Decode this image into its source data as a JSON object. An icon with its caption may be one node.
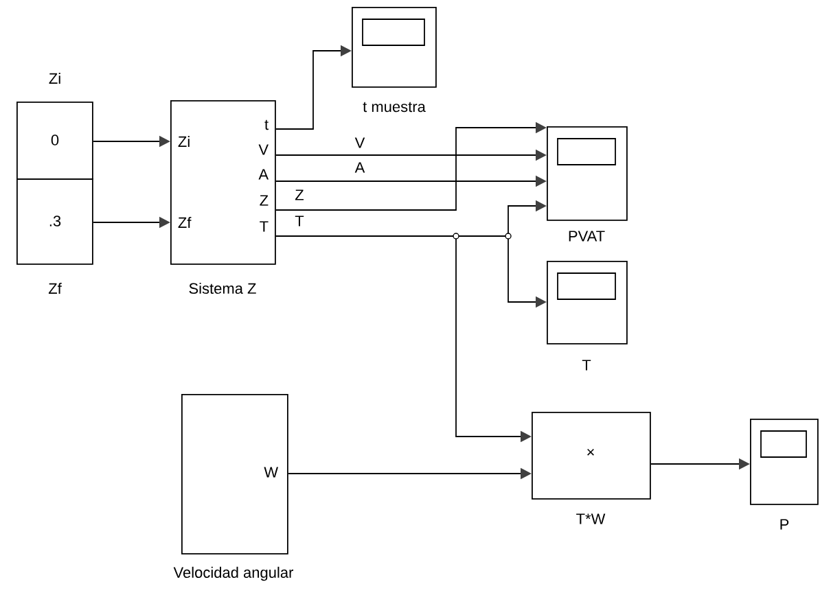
{
  "diagram": {
    "nodes": [
      {
        "text": [
          "0"
        ],
        "beside": [
          "Zi"
        ]
      },
      {
        "text": [
          ".3"
        ],
        "beside": [
          "Zf"
        ]
      },
      {
        "text": [
          "Zi",
          "Zf",
          "t",
          "V",
          "A",
          "Z",
          "T"
        ],
        "beside": [
          "Sistema Z"
        ]
      },
      {
        "text": [],
        "shape": "box",
        "beside": [
          "t muestra"
        ]
      },
      {
        "text": [],
        "shape": "box",
        "beside": [
          "PVAT"
        ]
      },
      {
        "text": [],
        "shape": "box",
        "beside": [
          "T"
        ]
      },
      {
        "text": [
          "W"
        ],
        "beside": [
          "Velocidad angular"
        ]
      },
      {
        "text": [
          "×"
        ],
        "beside": [
          "T*W"
        ]
      },
      {
        "text": [],
        "shape": "box",
        "beside": [
          "P"
        ]
      }
    ],
    "edges": [
      {
        "from": 0,
        "to": 2,
        "arrow": "to"
      },
      {
        "from": 1,
        "to": 2,
        "arrow": "to"
      },
      {
        "from": 2,
        "to": 3,
        "arrow": "to"
      },
      {
        "from": 2,
        "to": 4,
        "arrow": "to",
        "label": "V"
      },
      {
        "from": 2,
        "to": 4,
        "arrow": "to",
        "label": "A"
      },
      {
        "from": 2,
        "to": 4,
        "arrow": "to",
        "label": "Z"
      },
      {
        "from": 2,
        "to": 4,
        "arrow": "to",
        "label": "T"
      },
      {
        "from": 2,
        "to": 5,
        "arrow": "to"
      },
      {
        "from": 2,
        "to": 7,
        "arrow": "to"
      },
      {
        "from": 6,
        "to": 7,
        "arrow": "to"
      },
      {
        "from": 7,
        "to": 8,
        "arrow": "to"
      }
    ]
  }
}
